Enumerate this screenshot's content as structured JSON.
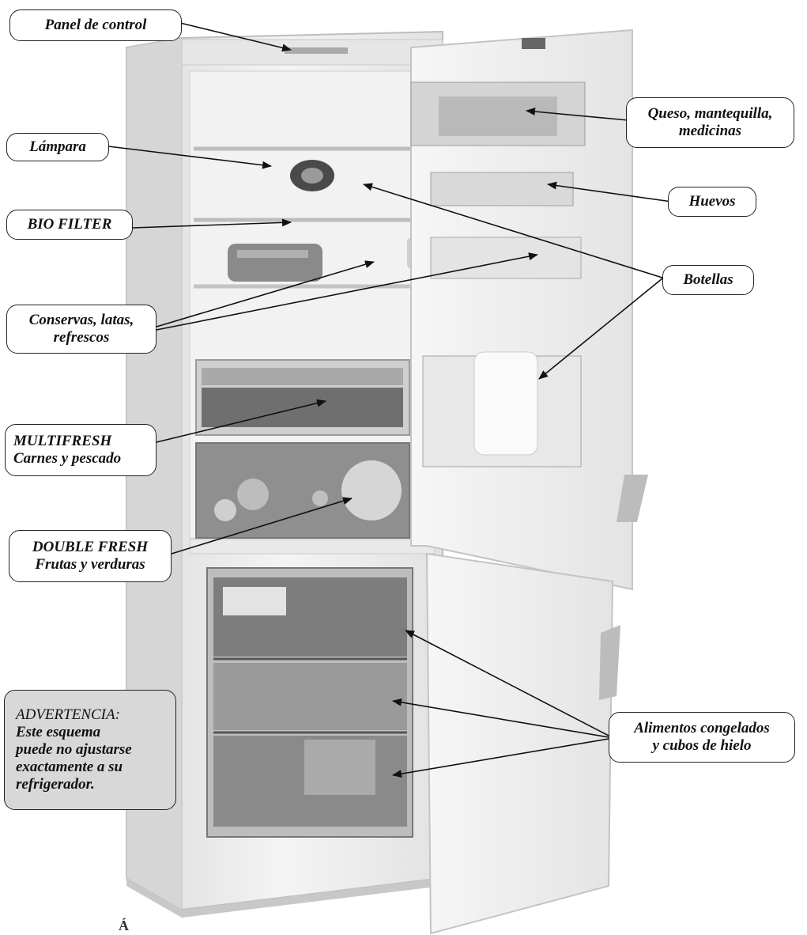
{
  "labels": {
    "panel_control": [
      "Panel de control"
    ],
    "queso": [
      "Queso, mantequilla,",
      "medicinas"
    ],
    "lampara": [
      "Lámpara"
    ],
    "huevos": [
      "Huevos"
    ],
    "bio_filter": [
      "BIO FILTER"
    ],
    "botellas": [
      "Botellas"
    ],
    "conservas": [
      "Conservas, latas,",
      "refrescos"
    ],
    "multifresh": [
      "MULTIFRESH",
      "Carnes y pescado"
    ],
    "double_fresh": [
      "DOUBLE FRESH",
      "Frutas y verduras"
    ],
    "advertencia": [
      "ADVERTENCIA:",
      "Este esquema",
      "puede no ajustarse",
      "exactamente a su",
      "refrigerador."
    ],
    "congelados": [
      "Alimentos congelados",
      "y cubos de hielo"
    ]
  },
  "bottom_mark": "Á",
  "colors": {
    "line": "#111111",
    "body": "#efefef",
    "shadow": "#c9c9c9",
    "dark": "#7a7a7a",
    "warning_fill": "#d8d8d8"
  }
}
